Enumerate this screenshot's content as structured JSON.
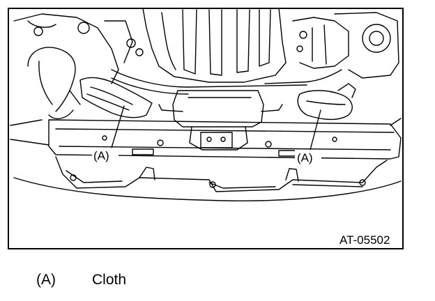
{
  "figure": {
    "id_label": "AT-05502",
    "callouts": [
      {
        "text": "(A)"
      },
      {
        "text": "(A)"
      }
    ]
  },
  "legend": {
    "items": [
      {
        "key": "(A)",
        "label": "Cloth"
      }
    ]
  }
}
